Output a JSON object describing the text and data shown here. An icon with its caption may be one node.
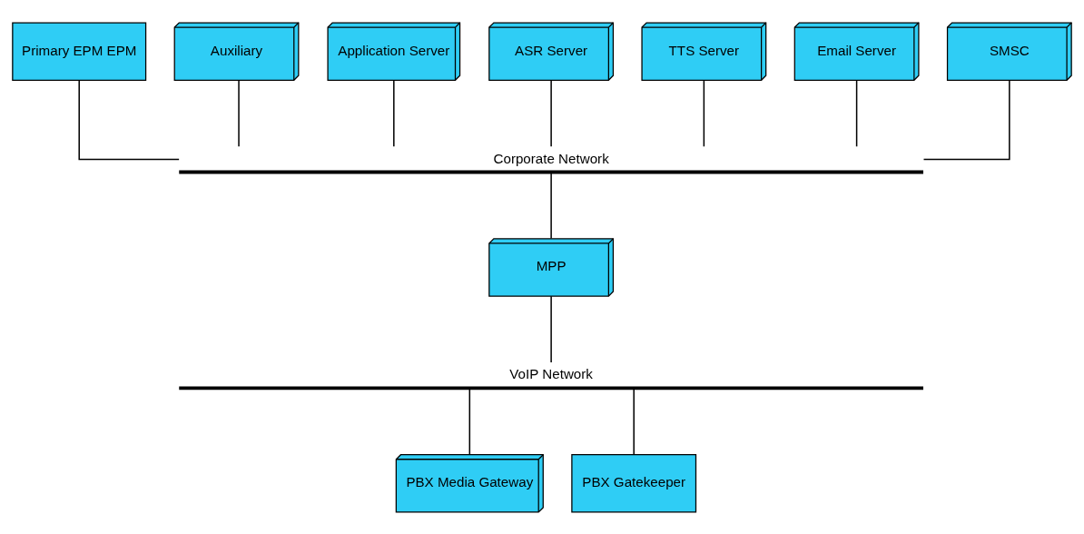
{
  "diagram": {
    "nodes": [
      {
        "text": [
          "Primary EPM EPM"
        ]
      },
      {
        "text": [
          "Auxiliary"
        ]
      },
      {
        "text": [
          "Application Server"
        ]
      },
      {
        "text": [
          "ASR Server"
        ]
      },
      {
        "text": [
          "TTS Server"
        ]
      },
      {
        "text": [
          "Email Server"
        ]
      },
      {
        "text": [
          "SMSC"
        ]
      },
      {
        "text": [
          "Corporate Network"
        ]
      },
      {
        "text": [
          "MPP"
        ]
      },
      {
        "text": [
          "VoIP Network"
        ]
      },
      {
        "text": [
          "PBX Media Gateway"
        ]
      },
      {
        "text": [
          "PBX Gatekeeper"
        ]
      }
    ],
    "edges": [
      {
        "from": 0,
        "to": 7,
        "arrow": "none"
      },
      {
        "from": 1,
        "to": 7,
        "arrow": "none"
      },
      {
        "from": 2,
        "to": 7,
        "arrow": "none"
      },
      {
        "from": 3,
        "to": 7,
        "arrow": "none"
      },
      {
        "from": 4,
        "to": 7,
        "arrow": "none"
      },
      {
        "from": 5,
        "to": 7,
        "arrow": "none"
      },
      {
        "from": 6,
        "to": 7,
        "arrow": "none"
      },
      {
        "from": 7,
        "to": 8,
        "arrow": "none"
      },
      {
        "from": 8,
        "to": 9,
        "arrow": "none"
      },
      {
        "from": 9,
        "to": 10,
        "arrow": "none"
      },
      {
        "from": 9,
        "to": 11,
        "arrow": "none"
      }
    ]
  }
}
